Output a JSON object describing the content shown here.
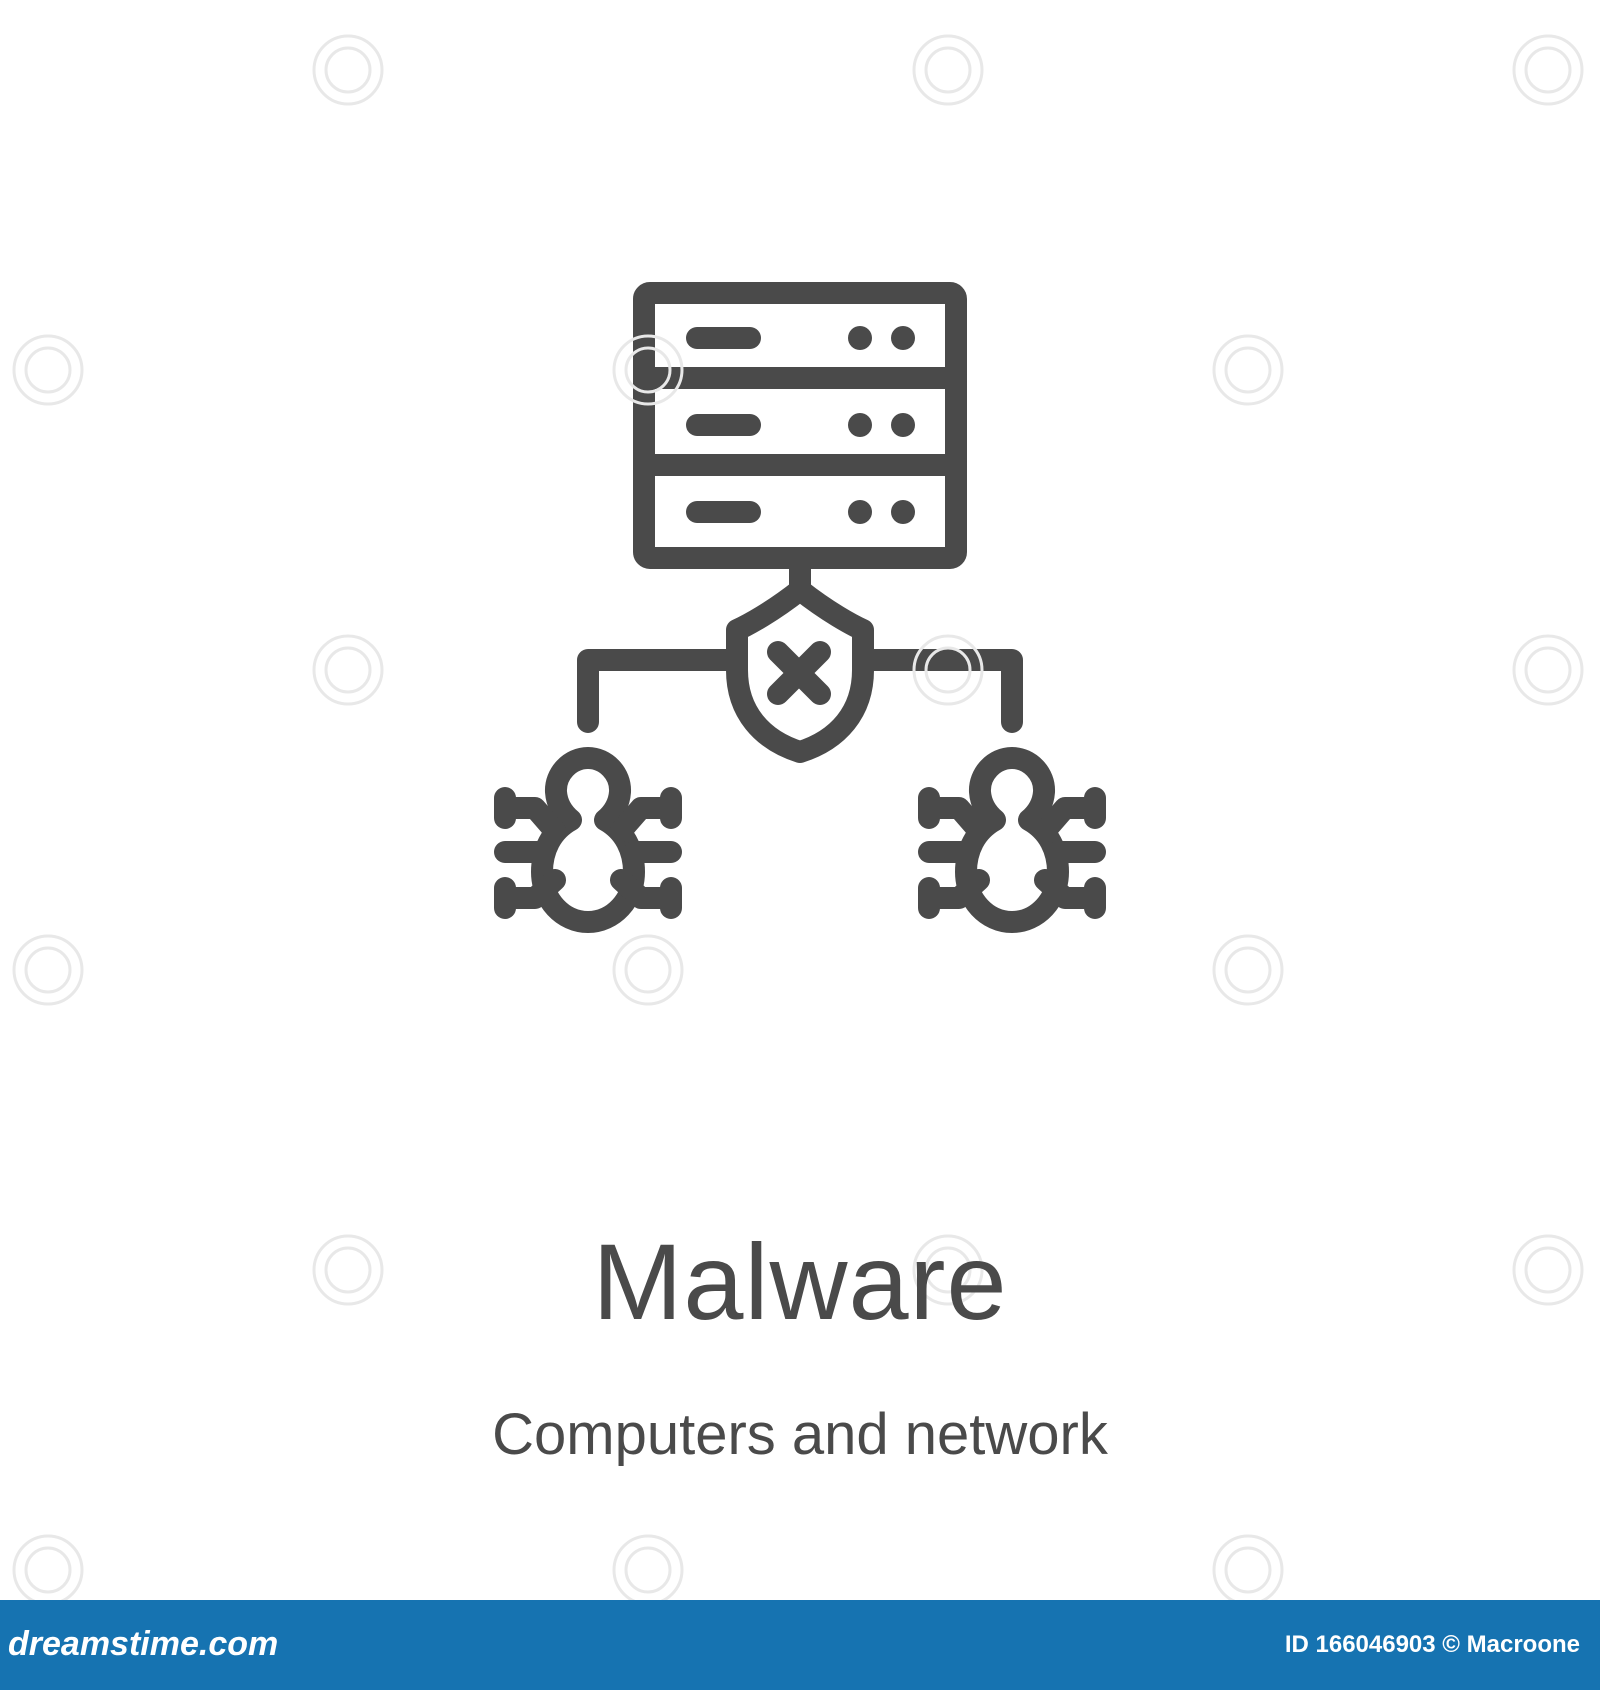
{
  "title": "Malware",
  "subtitle": "Computers and network",
  "icon": "malware-server-shield-bugs-icon",
  "colors": {
    "icon_stroke": "#4a4a4a",
    "text": "#4a4a4a",
    "footer_bg": "#1673b1",
    "footer_text": "#ffffff"
  },
  "footer": {
    "logo": "dreamstime.com",
    "credit": "ID 166046903 © Macroone"
  }
}
